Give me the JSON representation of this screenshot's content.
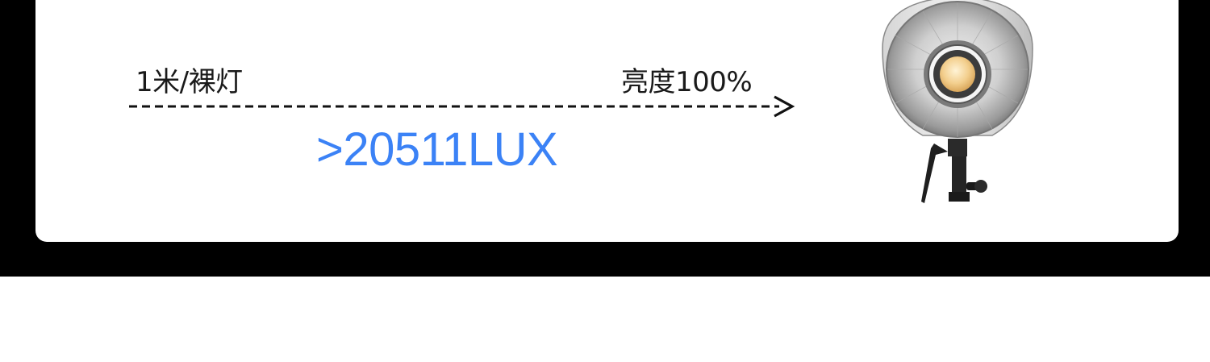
{
  "distance_label": "1米/裸灯",
  "brightness_label": "亮度100%",
  "lux_value": ">20511LUX",
  "colors": {
    "accent": "#3b82f6",
    "background_band": "#000000",
    "card": "#ffffff"
  },
  "icons": {
    "arrow": "dashed-arrow-right",
    "lamp": "studio-light-reflector"
  }
}
